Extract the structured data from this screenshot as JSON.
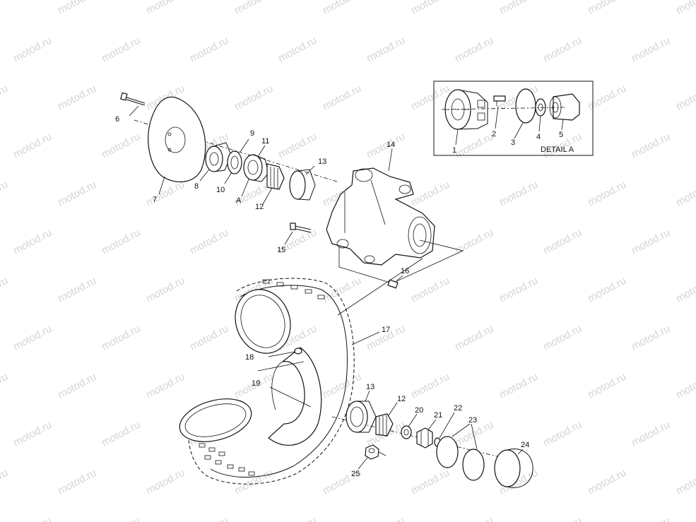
{
  "watermark": {
    "text": "motod.ru"
  },
  "detail_box": {
    "title": "DETAIL A"
  },
  "callouts": {
    "c1": "1",
    "c2": "2",
    "c3": "3",
    "c4": "4",
    "c5": "5",
    "c6": "6",
    "c7": "7",
    "c8": "8",
    "c9": "9",
    "c10": "10",
    "c11": "11",
    "cA": "A",
    "c12a": "12",
    "c13a": "13",
    "c14": "14",
    "c15": "15",
    "c16": "16",
    "c17": "17",
    "c18": "18",
    "c19": "19",
    "c13b": "13",
    "c12b": "12",
    "c20": "20",
    "c21": "21",
    "c22": "22",
    "c23": "23",
    "c24": "24",
    "c25": "25"
  }
}
